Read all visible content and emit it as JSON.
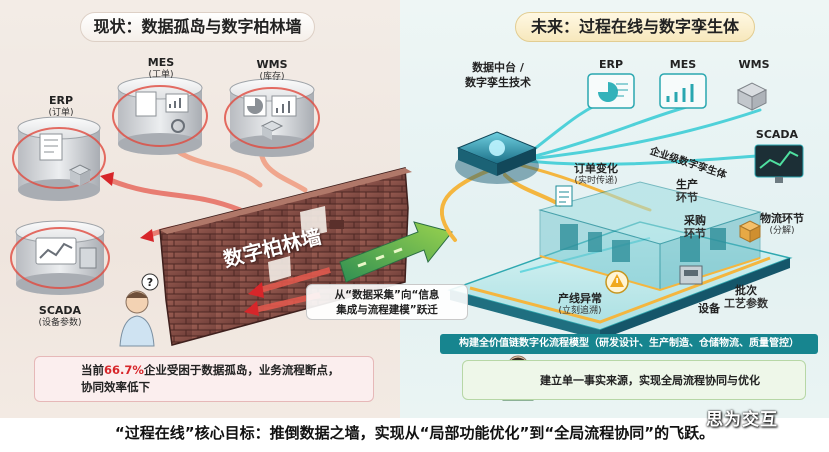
{
  "left_title": "现状：数据孤岛与数字柏林墙",
  "right_title": "未来：过程在线与数字孪生体",
  "left_systems": [
    {
      "name": "ERP",
      "sub": "(订单)"
    },
    {
      "name": "MES",
      "sub": "(工单)"
    },
    {
      "name": "WMS",
      "sub": "(库存)"
    },
    {
      "name": "SCADA",
      "sub": "(设备参数)"
    }
  ],
  "wall_label": "数字柏林墙",
  "transition_text_line1": "从“数据采集”向“信息",
  "transition_text_line2": "集成与流程建模”跃迁",
  "warning": {
    "prefix": "当前",
    "highlight": "66.7%",
    "line1_rest": "企业受困于数据孤岛，业务流程断点，",
    "line2": "协同效率低下"
  },
  "hub_label_line1": "数据中台 /",
  "hub_label_line2": "数字孪生技术",
  "right_systems": [
    "ERP",
    "MES",
    "WMS",
    "SCADA"
  ],
  "twin_label": "企业级数字孪生体",
  "twin_nodes": [
    {
      "l1": "订单变化",
      "l2": "(实时传递)"
    },
    {
      "l1": "生产",
      "l2": "环节"
    },
    {
      "l1": "采购",
      "l2": "环节"
    },
    {
      "l1": "物流环节",
      "l2": "(分解)"
    },
    {
      "l1": "产线异常",
      "l2": "(立刻追溯)"
    },
    {
      "l1": "批次",
      "l2": "工艺参数"
    },
    {
      "l1": "设备",
      "l2": ""
    }
  ],
  "value_chain": "构建全价值链数字化流程模型（研发设计、生产制造、仓储物流、质量管控）",
  "single_source": "建立单一事实来源，实现全局流程协同与优化",
  "bottom_text": "“过程在线”核心目标：推倒数据之墙，实现从“局部功能优化”到“全局流程协同”的飞跃。",
  "brand": "思为交互",
  "colors": {
    "accent_red": "#d7262a",
    "accent_teal": "#1aa3a3",
    "accent_green": "#3a9a3a",
    "wall": "#8a4e46"
  }
}
